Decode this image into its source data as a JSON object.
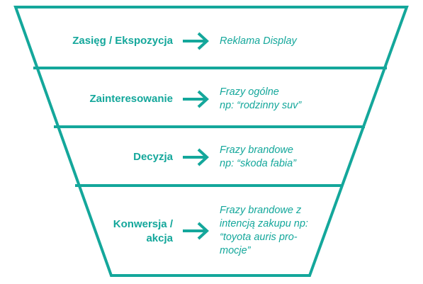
{
  "colors": {
    "accent": "#14a79b",
    "background": "#ffffff"
  },
  "icons": {
    "arrow": "arrow-right-icon"
  },
  "stages": [
    {
      "label": "Zasięg / Ekspozycja",
      "text": "Reklama Display"
    },
    {
      "label": "Zainteresowanie",
      "text": "Frazy ogólne\nnp: “rodzinny suv”"
    },
    {
      "label": "Decyzja",
      "text": "Frazy brandowe\nnp: “skoda fabia”"
    },
    {
      "label": "Konwersja /\nakcja",
      "text": "Frazy brandowe z\nintencją zakupu np:\n“toyota auris pro-\nmocje”"
    }
  ]
}
